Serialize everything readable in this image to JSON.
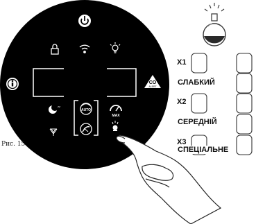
{
  "figure": {
    "caption": "Рис. 15"
  },
  "panel": {
    "buttons": [
      {
        "name": "power-icon"
      },
      {
        "name": "lock-icon"
      },
      {
        "name": "wifi-icon"
      },
      {
        "name": "light-bulb-icon"
      },
      {
        "name": "info-icon"
      },
      {
        "name": "co-alert-icon",
        "text": "CO",
        "sub": "ALERT"
      },
      {
        "name": "night-mode-icon"
      },
      {
        "name": "auto-mode-icon",
        "text": "AUTO"
      },
      {
        "name": "max-speed-icon",
        "text": "MAX"
      },
      {
        "name": "filter-icon"
      },
      {
        "name": "fan-icon"
      },
      {
        "name": "fragrance-icon"
      }
    ]
  },
  "fragrance_levels": [
    {
      "level": "X1",
      "label": "СЛАБКИЙ"
    },
    {
      "level": "X2",
      "label": "СЕРЕДНІЙ"
    },
    {
      "level": "X3",
      "label": "СПЕЦІАЛЬНЕ"
    }
  ]
}
